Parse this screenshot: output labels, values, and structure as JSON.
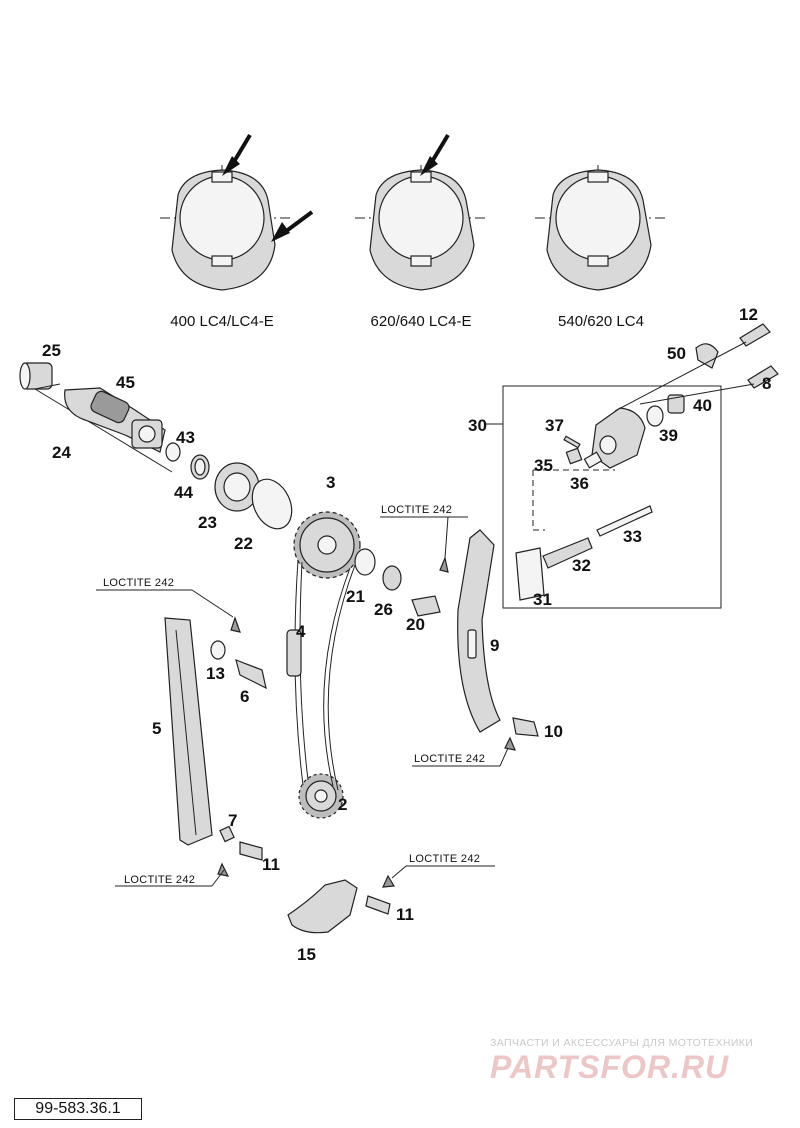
{
  "figure_code": "99-583.36.1",
  "variant_captions": [
    "400 LC4/LC4-E",
    "620/640 LC4-E",
    "540/620 LC4"
  ],
  "loctite_label": "LOCTITE 242",
  "part_numbers": {
    "p2": "2",
    "p3": "3",
    "p4": "4",
    "p5": "5",
    "p6": "6",
    "p7": "7",
    "p8": "8",
    "p9": "9",
    "p10": "10",
    "p11a": "11",
    "p11b": "11",
    "p12": "12",
    "p13": "13",
    "p15": "15",
    "p20": "20",
    "p21": "21",
    "p22": "22",
    "p23": "23",
    "p24": "24",
    "p25": "25",
    "p26": "26",
    "p30": "30",
    "p31": "31",
    "p32": "32",
    "p33": "33",
    "p35": "35",
    "p36": "36",
    "p37": "37",
    "p39": "39",
    "p40": "40",
    "p43": "43",
    "p44": "44",
    "p45": "45",
    "p50": "50"
  },
  "watermark": {
    "tagline": "ЗАПЧАСТИ И АКСЕССУАРЫ ДЛЯ МОТОТЕХНИКИ",
    "brand": "PARTSFOR.RU"
  }
}
